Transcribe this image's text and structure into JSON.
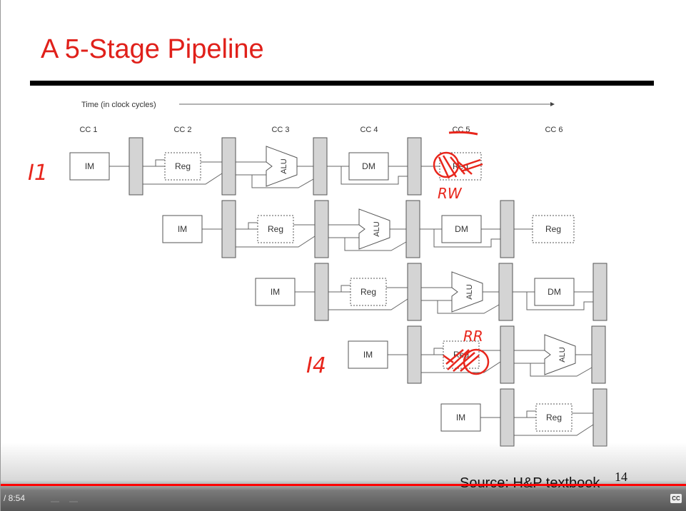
{
  "slide": {
    "title": "A 5-Stage Pipeline",
    "time_axis_label": "Time (in clock cycles)",
    "clock_cycles": [
      "CC 1",
      "CC 2",
      "CC 3",
      "CC 4",
      "CC 5",
      "CC 6"
    ],
    "stage_labels": {
      "im": "IM",
      "reg": "Reg",
      "alu": "ALU",
      "dm": "DM"
    },
    "instruction_count": 5,
    "annotations": {
      "i1": "I1",
      "i4": "I4",
      "rw": "RW",
      "rr": "RR"
    },
    "source": "Source: H&P textbook",
    "page_number": "14"
  },
  "player": {
    "time": "/ 8:54",
    "cc_label": "CC",
    "progress_color": "#ff0000"
  }
}
